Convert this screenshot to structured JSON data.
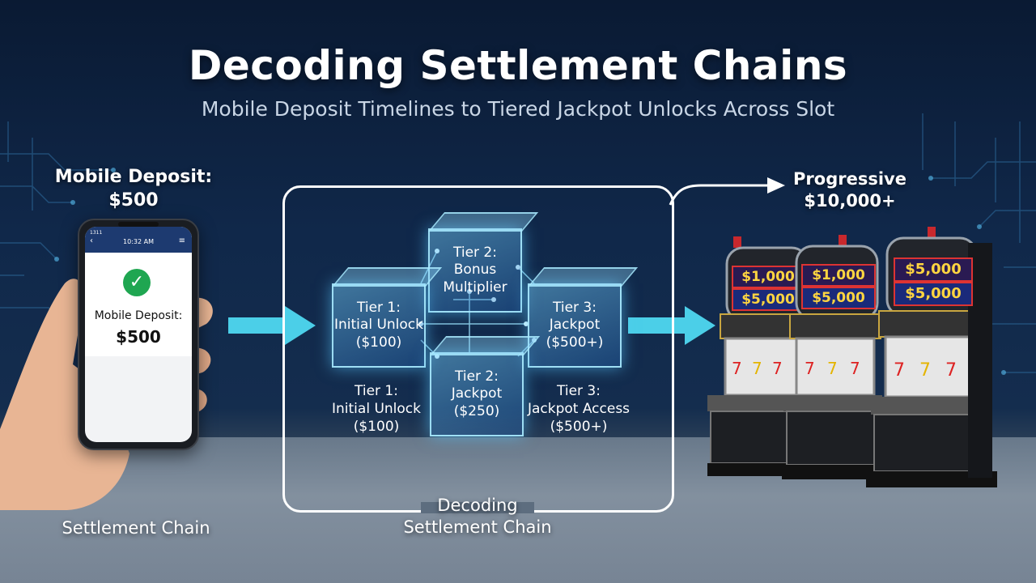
{
  "title": "Decoding Settlement Chains",
  "subtitle": "Mobile Deposit Timelines to Tiered Jackpot Unlocks Across Slot",
  "left": {
    "label_line1": "Mobile Deposit:",
    "label_line2": "$500",
    "bottom_label": "Settlement Chain"
  },
  "phone": {
    "carrier": "1311",
    "time": "10:32 AM",
    "back": "‹",
    "menu": "≡",
    "deposit_label": "Mobile Deposit:",
    "deposit_value": "$500"
  },
  "cubes": {
    "tier2_top": [
      "Tier 2:",
      "Bonus",
      "Multiplier"
    ],
    "tier1": [
      "Tier 1:",
      "Initial Unlock",
      "($100)"
    ],
    "tier3": [
      "Tier 3:",
      "Jackpot",
      "($500+)"
    ],
    "tier2_bottom": [
      "Tier 2:",
      "Jackpot",
      "($250)"
    ]
  },
  "below_labels": {
    "tier1": [
      "Tier 1:",
      "Initial Unlock",
      "($100)"
    ],
    "tier3": [
      "Tier 3:",
      "Jackpot Access",
      "($500+)"
    ]
  },
  "center_bottom": [
    "Decoding",
    "Settlement Chain"
  ],
  "right": {
    "label_line1": "Progressive",
    "label_line2": "$10,000+"
  },
  "machines": [
    {
      "top": "$1,000",
      "bottom": "$5,000"
    },
    {
      "top": "$1,000",
      "bottom": "$5,000"
    },
    {
      "top": "$5,000",
      "bottom": "$5,000"
    }
  ],
  "colors": {
    "arrow": "#4fd8f0",
    "cube_glow": "#5ac8ff",
    "check": "#1fa651"
  }
}
